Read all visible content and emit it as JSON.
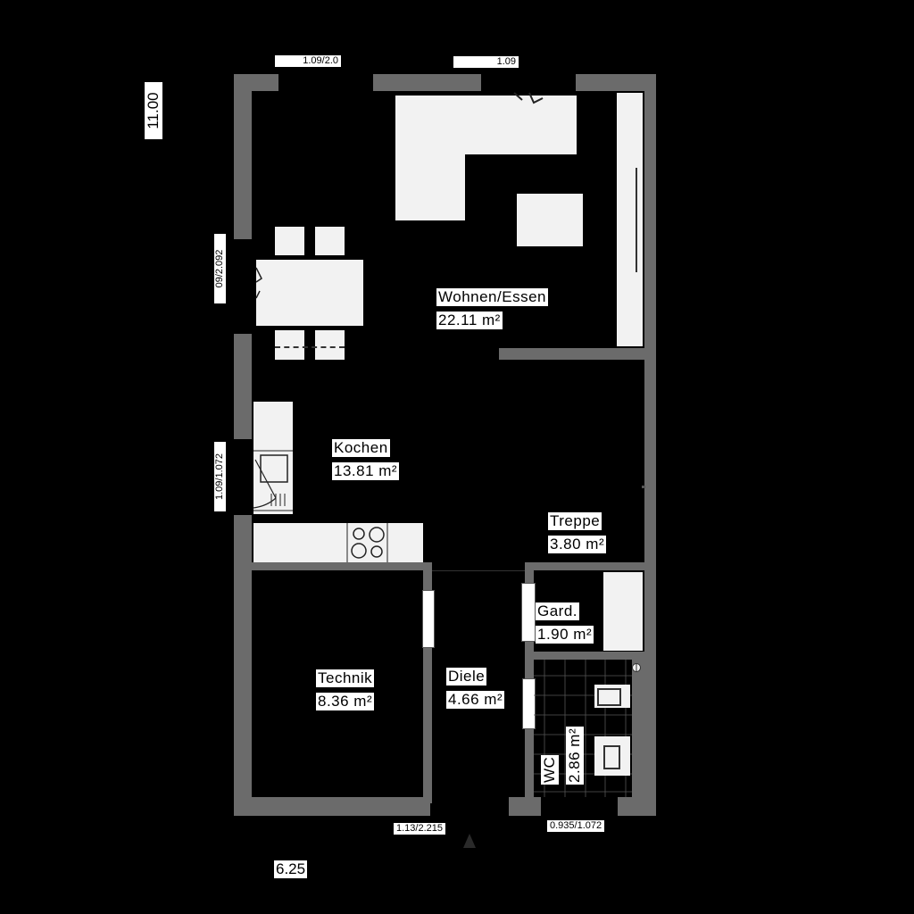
{
  "plan": {
    "overall_dims": {
      "height": "11.00",
      "width": "6.25"
    },
    "openings": {
      "top_left": "1.09/2.0",
      "top_right": "1.09",
      "left_upper": "09/2.092",
      "left_lower": "1.09/1.072",
      "bottom_entry": "1.13/2.215",
      "bottom_wc": "0.935/1.072"
    },
    "rooms": [
      {
        "name": "Wohnen/Essen",
        "area": "22.11 m²"
      },
      {
        "name": "Kochen",
        "area": "13.81 m²"
      },
      {
        "name": "Treppe",
        "area": "3.80 m²"
      },
      {
        "name": "Gard.",
        "area": "1.90 m²"
      },
      {
        "name": "Technik",
        "area": "8.36 m²"
      },
      {
        "name": "Diele",
        "area": "4.66 m²"
      },
      {
        "name": "WC",
        "area": "2.86 m²"
      }
    ],
    "colors": {
      "background": "#000000",
      "wall": "#6b6b6b",
      "furniture": "#f2f2f2",
      "label": "#ffffff"
    }
  }
}
